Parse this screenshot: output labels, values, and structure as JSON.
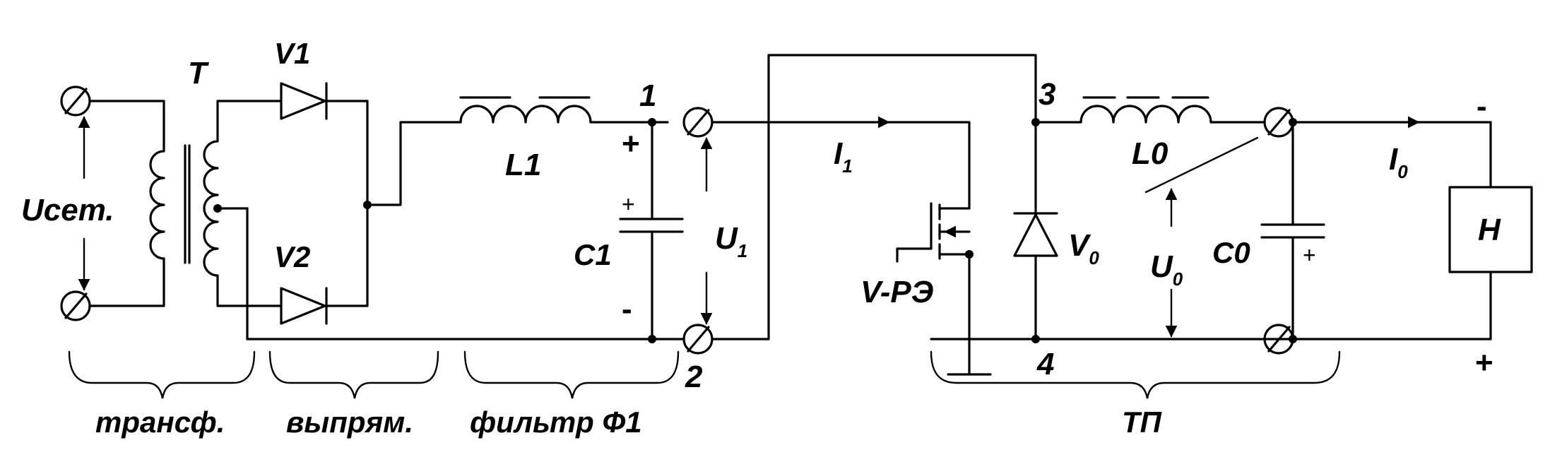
{
  "labels": {
    "transformer": "T",
    "diode1": "V1",
    "diode2": "V2",
    "inductor1": "L1",
    "capacitor1": "C1",
    "voltage_in": "U",
    "voltage_in_sub": "1",
    "current_in": "I",
    "current_in_sub": "1",
    "switch": "V-РЭ",
    "diode0": "V",
    "diode0_sub": "0",
    "inductor0": "L0",
    "capacitor0": "C0",
    "voltage_out": "U",
    "voltage_out_sub": "0",
    "current_out": "I",
    "current_out_sub": "0",
    "load": "Н",
    "mains_voltage": "Uсет."
  },
  "nodes": {
    "n1": "1",
    "n2": "2",
    "n3": "3",
    "n4": "4"
  },
  "signs": {
    "plus_1": "+",
    "minus_2": "-",
    "cap1_plus": "+",
    "cap0_plus": "+",
    "out_minus": "-",
    "out_plus": "+"
  },
  "groups": {
    "transformer": "трансф.",
    "rectifier": "выпрям.",
    "filter": "фильтр Ф1",
    "converter": "ТП"
  }
}
